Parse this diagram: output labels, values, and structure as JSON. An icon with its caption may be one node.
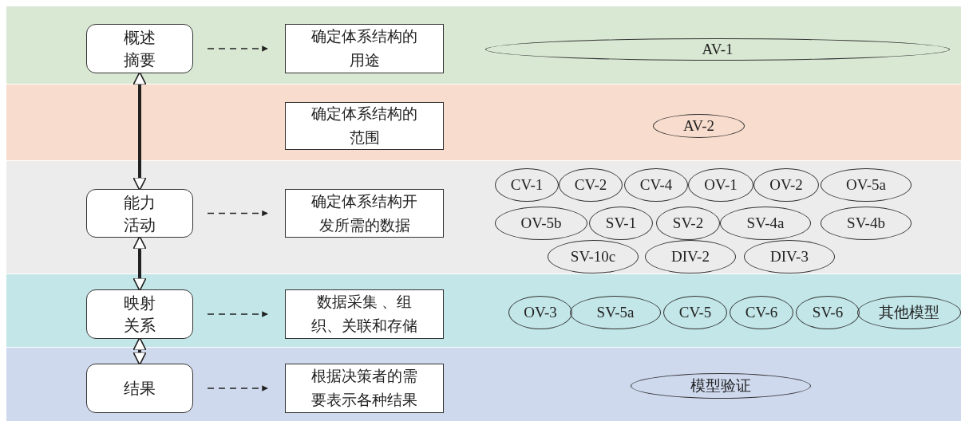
{
  "diagram": {
    "nodes": [
      {
        "text": [],
        "shape": "band"
      },
      {
        "text": [
          "概述摘要"
        ],
        "in": 0
      },
      {
        "text": [
          "确定体系结构的用途"
        ],
        "in": 0
      },
      {
        "text": [
          "AV-1"
        ],
        "in": 0
      },
      {
        "text": [],
        "shape": "band"
      },
      {
        "text": [
          "确定体系结构的范围"
        ],
        "in": 4
      },
      {
        "text": [
          "AV-2"
        ],
        "in": 4
      },
      {
        "text": [],
        "shape": "band"
      },
      {
        "text": [
          "能力活动"
        ],
        "in": 7
      },
      {
        "text": [
          "确定体系结构开发所需的数据"
        ],
        "in": 7
      },
      {
        "text": [
          "CV-1"
        ],
        "in": 7
      },
      {
        "text": [
          "CV-2"
        ],
        "in": 7
      },
      {
        "text": [
          "CV-4"
        ],
        "in": 7
      },
      {
        "text": [
          "OV-1"
        ],
        "in": 7
      },
      {
        "text": [
          "OV-2"
        ],
        "in": 7
      },
      {
        "text": [
          "OV-5a"
        ],
        "in": 7
      },
      {
        "text": [
          "OV-5b"
        ],
        "in": 7
      },
      {
        "text": [
          "SV-1"
        ],
        "in": 7
      },
      {
        "text": [
          "SV-2"
        ],
        "in": 7
      },
      {
        "text": [
          "SV-4a"
        ],
        "in": 7
      },
      {
        "text": [
          "SV-4b"
        ],
        "in": 7
      },
      {
        "text": [
          "SV-10c"
        ],
        "in": 7
      },
      {
        "text": [
          "DIV-2"
        ],
        "in": 7
      },
      {
        "text": [
          "DIV-3"
        ],
        "in": 7
      },
      {
        "text": [],
        "shape": "band"
      },
      {
        "text": [
          "映射关系"
        ],
        "in": 24
      },
      {
        "text": [
          "数据采集 、组织、关联和存储"
        ],
        "in": 24
      },
      {
        "text": [
          "OV-3"
        ],
        "in": 24
      },
      {
        "text": [
          "SV-5a"
        ],
        "in": 24
      },
      {
        "text": [
          "CV-5"
        ],
        "in": 24
      },
      {
        "text": [
          "CV-6"
        ],
        "in": 24
      },
      {
        "text": [
          "SV-6"
        ],
        "in": 24
      },
      {
        "text": [
          "其他模型"
        ],
        "in": 24
      },
      {
        "text": [],
        "shape": "band"
      },
      {
        "text": [
          "结果"
        ],
        "in": 33
      },
      {
        "text": [
          "根据决策者的需要表示各种结果"
        ],
        "in": 33
      },
      {
        "text": [
          "模型验证"
        ],
        "in": 33
      }
    ],
    "edges": [
      {
        "from": 1,
        "to": 2,
        "arrow": "to",
        "style": "dashed"
      },
      {
        "from": 8,
        "to": 9,
        "arrow": "to",
        "style": "dashed"
      },
      {
        "from": 25,
        "to": 26,
        "arrow": "to",
        "style": "dashed"
      },
      {
        "from": 34,
        "to": 35,
        "arrow": "to",
        "style": "dashed"
      },
      {
        "from": 1,
        "to": 8,
        "arrow": "both",
        "style": "thick"
      },
      {
        "from": 8,
        "to": 25,
        "arrow": "both",
        "style": "thick"
      },
      {
        "from": 25,
        "to": 34,
        "arrow": "both",
        "style": "thick"
      }
    ]
  }
}
